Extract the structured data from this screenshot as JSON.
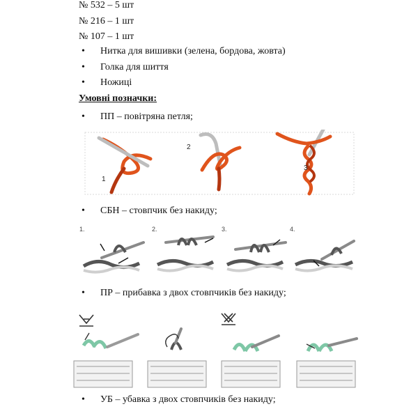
{
  "top_list": [
    "№ 532 – 5 шт",
    "№ 216 – 1 шт",
    "№ 107 – 1 шт"
  ],
  "materials": [
    "Нитка для вишивки (зелена, бордова, жовта)",
    "Голка для шиття",
    "Ножиці"
  ],
  "legend_heading": "Умовні позначки:",
  "symbols": [
    "ПП – повітряна петля;",
    "СБН – стовпчик без накиду;",
    "ПР – прибавка з двох стовпчиків без накиду;",
    "УБ – убавка з двох стовпчиків без накиду;"
  ],
  "figure_pp": {
    "step_labels": [
      "1",
      "2",
      "3"
    ]
  },
  "figure_sbn": {
    "step_labels": [
      "1.",
      "2.",
      "3.",
      "4."
    ]
  },
  "colors": {
    "yarn": "#e0541c",
    "yarn_dark": "#b43610",
    "hook": "#bdbdbd",
    "mint": "#7ec7a6",
    "text": "#111111"
  }
}
